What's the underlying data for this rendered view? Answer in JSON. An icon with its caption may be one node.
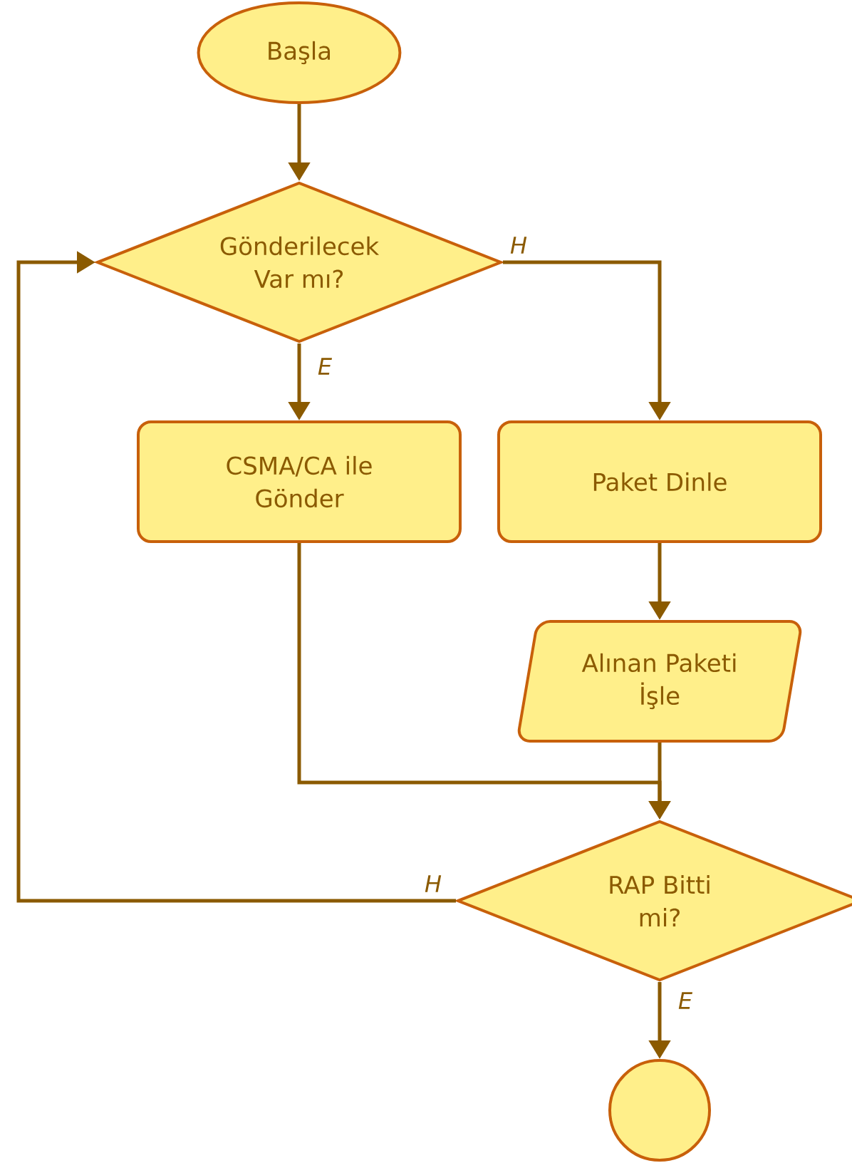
{
  "diagram": {
    "nodes": [
      {
        "text": [
          "Başla"
        ]
      },
      {
        "text": [
          "Gönderilecek Var mı?"
        ]
      },
      {
        "text": [
          "CSMA/CA ile Gönder"
        ]
      },
      {
        "text": [
          "Paket Dinle"
        ]
      },
      {
        "text": [
          "Alınan Paketi İşle"
        ]
      },
      {
        "text": [
          "RAP Bitti mi?"
        ]
      },
      {
        "text": [],
        "shape": "circle"
      }
    ],
    "edges": [
      {
        "from": 0,
        "to": 1,
        "arrow": "to"
      },
      {
        "from": 1,
        "to": 2,
        "arrow": "to",
        "label": "E"
      },
      {
        "from": 1,
        "to": 3,
        "arrow": "to",
        "label": "H"
      },
      {
        "from": 3,
        "to": 4,
        "arrow": "to"
      },
      {
        "from": 2,
        "to": 5,
        "arrow": "to"
      },
      {
        "from": 4,
        "to": 5,
        "arrow": "to"
      },
      {
        "from": 5,
        "to": 1,
        "arrow": "to",
        "label": "H"
      },
      {
        "from": 5,
        "to": 6,
        "arrow": "to",
        "label": "E"
      }
    ]
  }
}
